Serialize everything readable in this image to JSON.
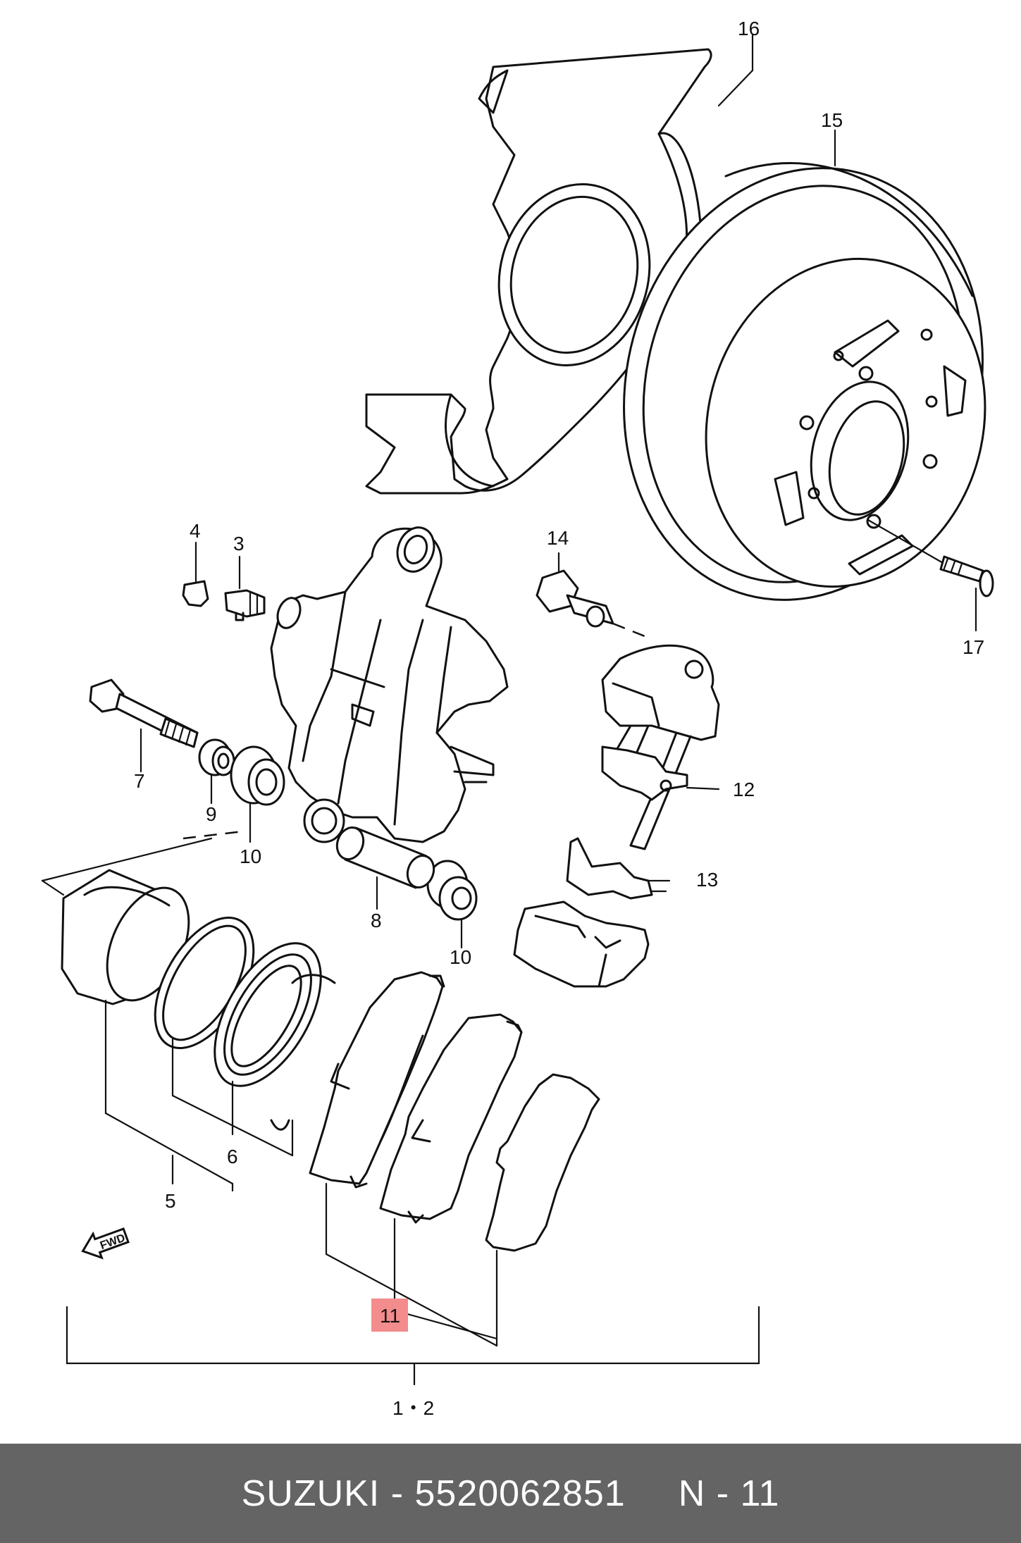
{
  "diagram": {
    "callouts": {
      "c1_2": "1・2",
      "c3": "3",
      "c4": "4",
      "c5": "5",
      "c6": "6",
      "c7": "7",
      "c8": "8",
      "c9": "9",
      "c10a": "10",
      "c10b": "10",
      "c11": "11",
      "c12": "12",
      "c13": "13",
      "c14": "14",
      "c15": "15",
      "c16": "16",
      "c17": "17"
    },
    "highlighted_part": "11",
    "fwd_label": "FWD",
    "colors": {
      "highlight": "#f38c8c",
      "line": "#111111",
      "footer_bg": "#646464"
    }
  },
  "footer": {
    "brand": "SUZUKI",
    "separator": "-",
    "part_number": "5520062851",
    "page_ref": "N - 11"
  }
}
